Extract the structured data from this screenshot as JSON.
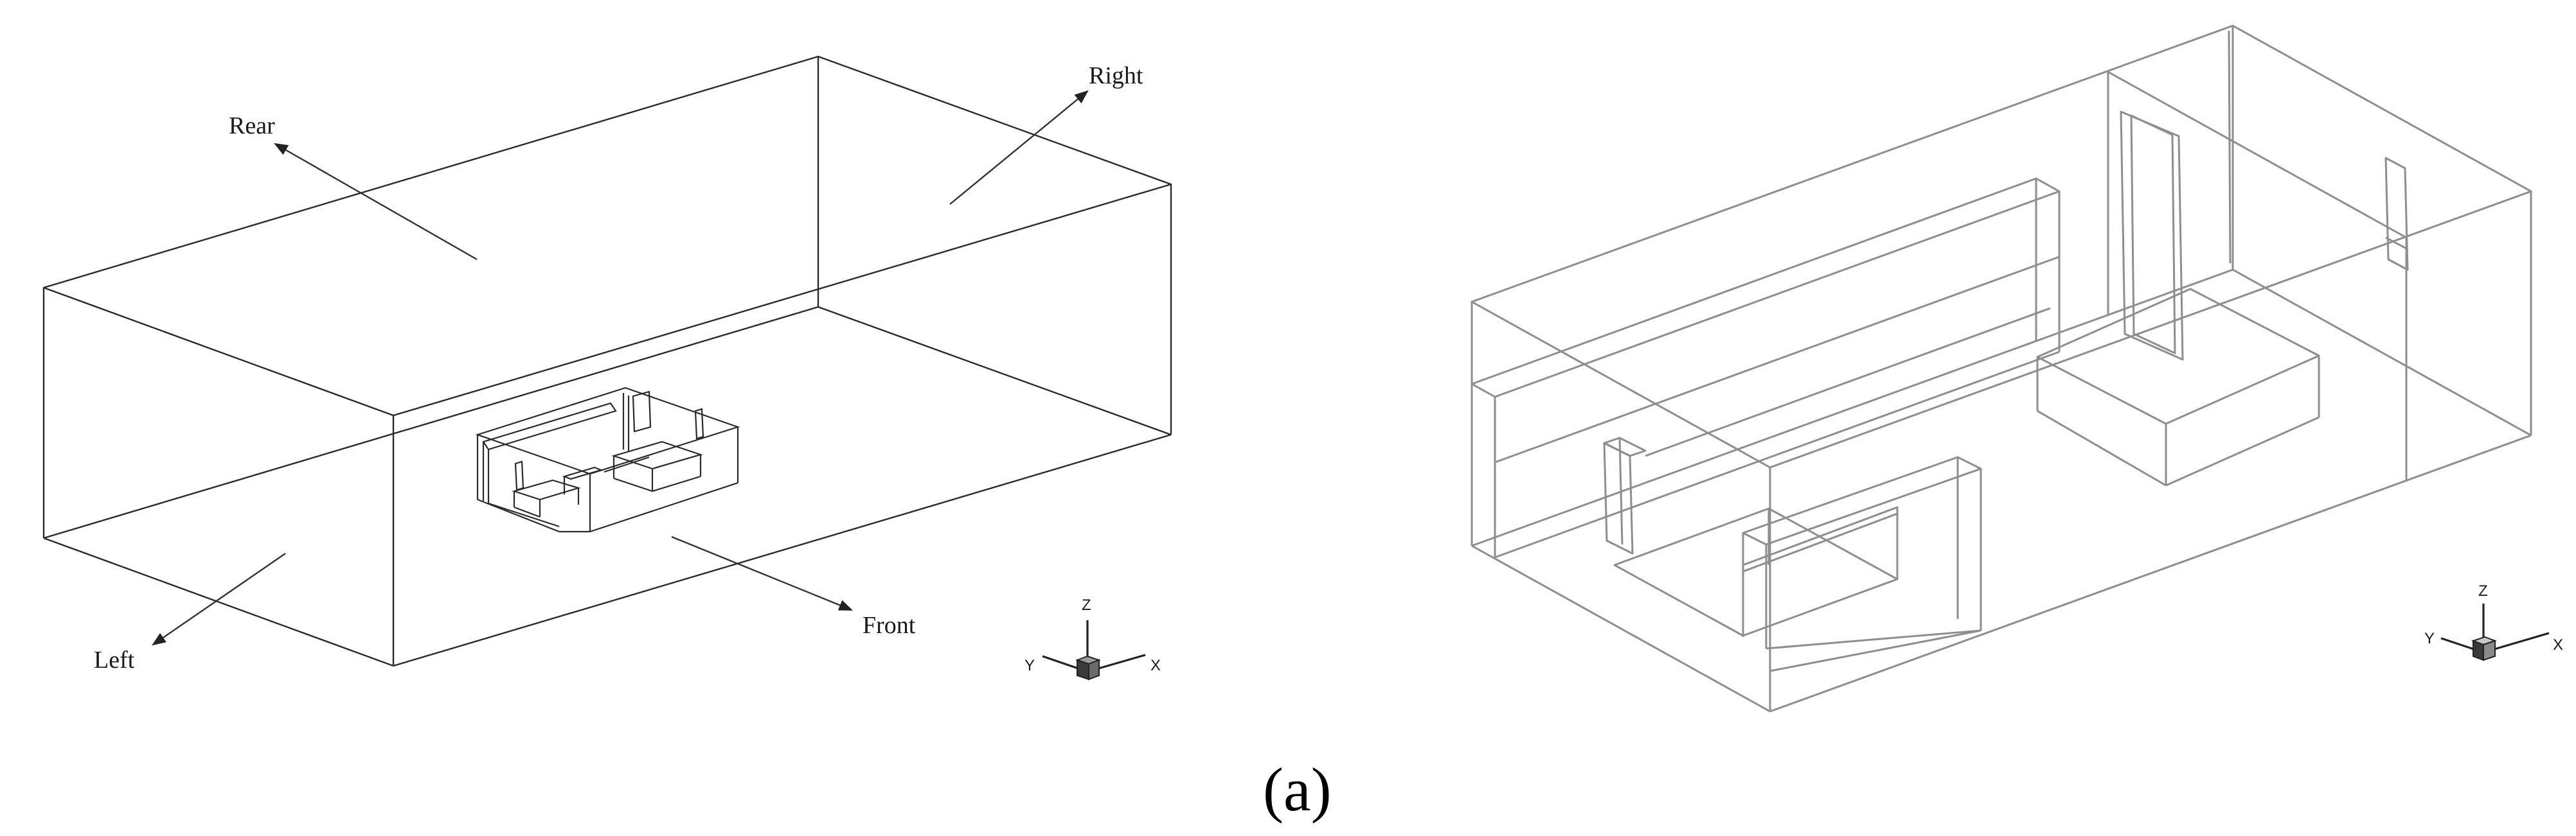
{
  "left_panel": {
    "labels": {
      "rear": "Rear",
      "right": "Right",
      "left": "Left",
      "front": "Front"
    },
    "axes": {
      "z": "Z",
      "y": "Y",
      "x": "X"
    }
  },
  "right_panel": {
    "axes": {
      "z": "Z",
      "y": "Y",
      "x": "X"
    }
  },
  "caption": "(a)"
}
